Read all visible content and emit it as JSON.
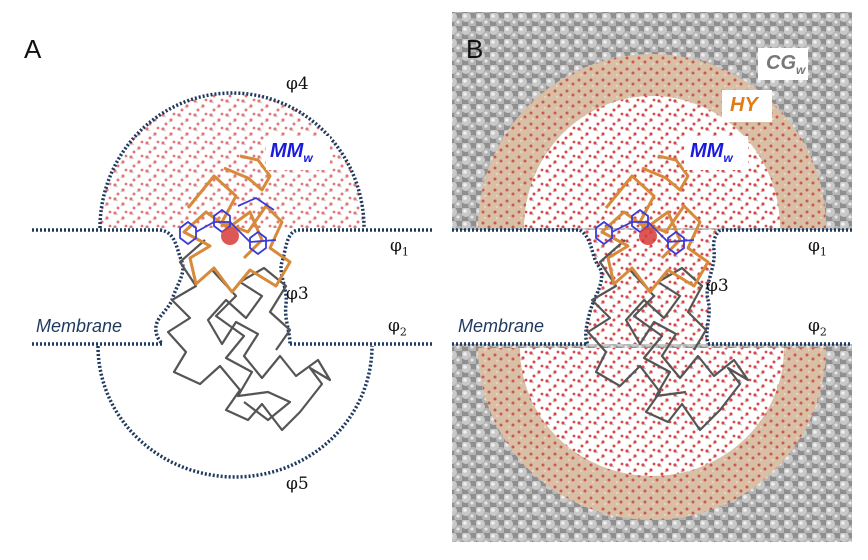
{
  "panels": {
    "a": {
      "letter": "A"
    },
    "b": {
      "letter": "B"
    }
  },
  "labels": {
    "phi1": "φ",
    "phi1_sub": "1",
    "phi2": "φ",
    "phi2_sub": "2",
    "phi3": "φ3",
    "phi4": "φ4",
    "phi5": "φ5",
    "membrane": "Membrane",
    "mm": "MM",
    "mm_sub": "w",
    "hy": "HY",
    "cg": "CG",
    "cg_sub": "w"
  },
  "colors": {
    "membrane_dots": "#1f3a5f",
    "mm_label": "#1a1adc",
    "hy_label": "#e07b1a",
    "cg_label": "#777777",
    "protein_helix": "#d68a3a",
    "protein_coil": "#555555",
    "water": "#d84a4a",
    "cg_bead": "#a9a9a9"
  }
}
